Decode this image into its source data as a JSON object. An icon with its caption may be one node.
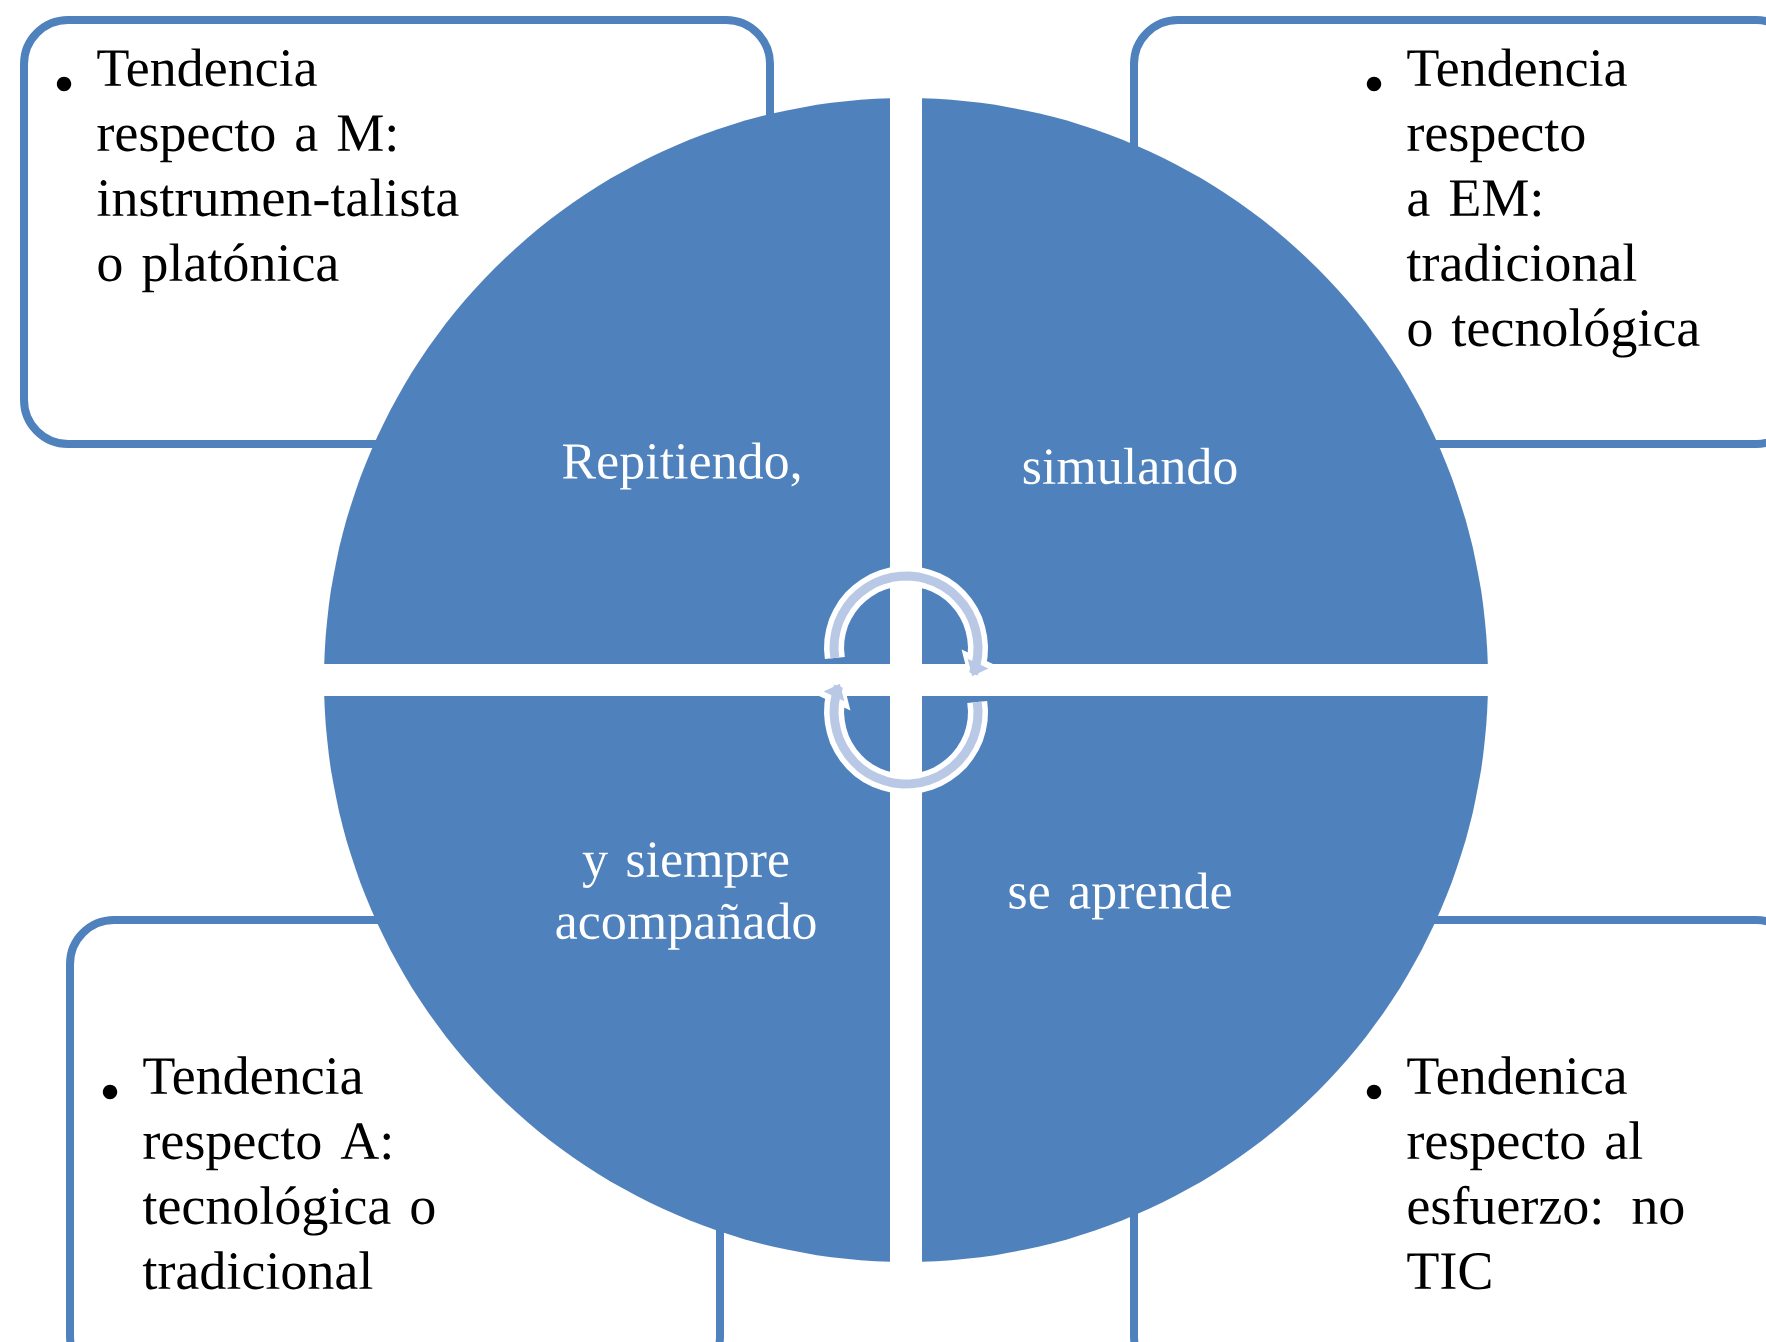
{
  "diagram": {
    "nodes": [
      {
        "text": [
          "Tendencia respecto a M: instrumen-talista o platónica"
        ]
      },
      {
        "text": [
          "Tendencia respecto a EM: tradicional o tecnológica"
        ]
      },
      {
        "text": [
          "Repitiendo,"
        ]
      },
      {
        "text": [
          "simulando"
        ]
      },
      {
        "text": [
          "y siempre acompañado"
        ]
      },
      {
        "text": [
          "se aprende"
        ]
      },
      {
        "text": [
          "Tendencia respecto A: tecnológica o tradicional"
        ]
      },
      {
        "text": [
          "Tendenica respecto al esfuerzo: no TIC"
        ]
      }
    ]
  }
}
